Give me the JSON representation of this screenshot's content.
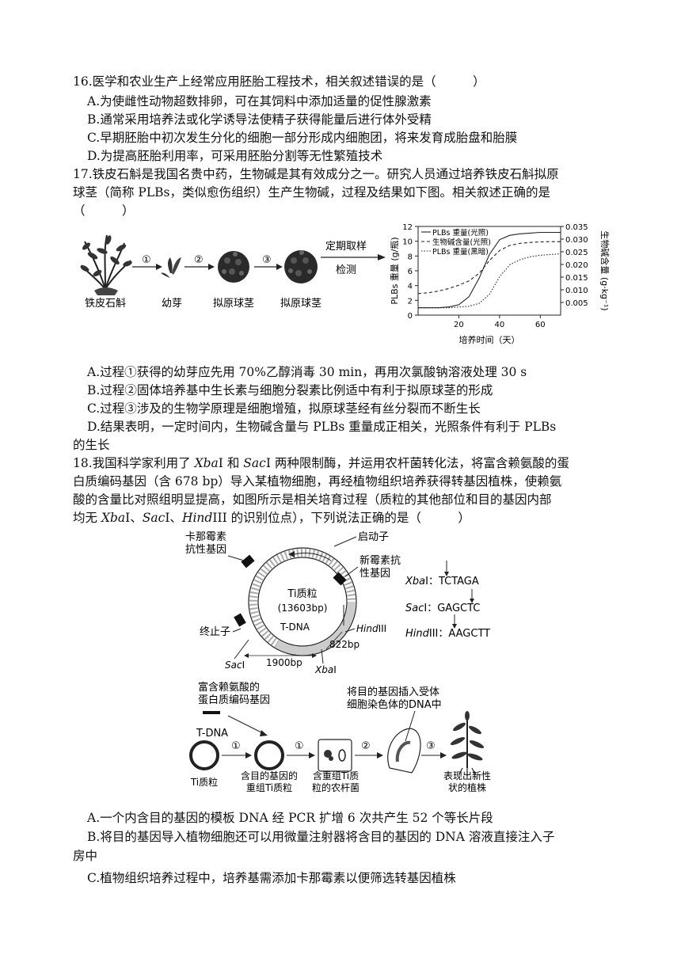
{
  "q16": {
    "stem": "16.医学和农业生产上经常应用胚胎工程技术，相关叙述错误的是（　　　）",
    "A": "A.为使雌性动物超数排卵，可在其饲料中添加适量的促性腺激素",
    "B": "B.通常采用培养法或化学诱导法使精子获得能量后进行体外受精",
    "C": "C.早期胚胎中初次发生分化的细胞一部分形成内细胞团，将来发育成胎盘和胎膜",
    "D": "D.为提高胚胎利用率，可采用胚胎分割等无性繁殖技术"
  },
  "q17": {
    "stem1": "17.铁皮石斛是我国名贵中药，生物碱是其有效成分之一。研究人员通过培养铁皮石斛拟原",
    "stem2": "球茎（简称 PLBs，类似愈伤组织）生产生物碱，过程及结果如下图。相关叙述正确的是",
    "stem3": "（　　　）",
    "flow": {
      "plant": "铁皮石斛",
      "bud": "幼芽",
      "plb1": "拟原球茎",
      "plb2": "拟原球茎",
      "s1": "①",
      "s2": "②",
      "s3": "③",
      "sample1": "定期取样",
      "sample2": "检测"
    },
    "A": "A.过程①获得的幼芽应先用 70%乙醇消毒 30 min，再用次氯酸钠溶液处理 30 s",
    "B": "B.过程②固体培养基中生长素与细胞分裂素比例适中有利于拟原球茎的形成",
    "C": "C.过程③涉及的生物学原理是细胞增殖，拟原球茎经有丝分裂而不断生长",
    "D1": "D.结果表明，一定时间内，生物碱含量与 PLBs 重量成正相关，光照条件有利于 PLBs",
    "D2": "的生长"
  },
  "chart_data": {
    "type": "line",
    "x": [
      0,
      5,
      10,
      15,
      20,
      25,
      30,
      35,
      40,
      45,
      50,
      55,
      60,
      65,
      70
    ],
    "xlim": [
      0,
      70
    ],
    "ylim": [
      0,
      12
    ],
    "y2lim": [
      0,
      0.035
    ],
    "xticks": [
      "20",
      "40",
      "60"
    ],
    "xtick_values": [
      20,
      40,
      60
    ],
    "yticks": [
      "0",
      "2",
      "4",
      "6",
      "8",
      "10",
      "12"
    ],
    "ytick_values": [
      0,
      2,
      4,
      6,
      8,
      10,
      12
    ],
    "y2ticks": [
      "0.005",
      "0.010",
      "0.015",
      "0.020",
      "0.025",
      "0.030",
      "0.035"
    ],
    "y2tick_values": [
      0.005,
      0.01,
      0.015,
      0.02,
      0.025,
      0.03,
      0.035
    ],
    "xlabel": "培养时间（天）",
    "ylabel": "PLBs 重量 (g/瓶)",
    "y2label": "生物碱含量 (g·kg⁻¹)",
    "legend_position": "top-left",
    "series": [
      {
        "name": "PLBs 重量(光照)",
        "style": "solid",
        "axis": "left",
        "values": [
          1.0,
          1.0,
          1.0,
          1.1,
          1.4,
          2.5,
          5.0,
          8.2,
          10.2,
          10.8,
          11.0,
          11.1,
          11.2,
          11.2,
          11.2
        ]
      },
      {
        "name": "生物碱含量(光照)",
        "style": "dashed",
        "axis": "right",
        "values": [
          0.0085,
          0.0088,
          0.0095,
          0.0105,
          0.0118,
          0.0135,
          0.0165,
          0.0215,
          0.0255,
          0.0275,
          0.0283,
          0.0287,
          0.0289,
          0.029,
          0.029
        ]
      },
      {
        "name": "PLBs 重量(黑暗)",
        "style": "dotted",
        "axis": "left",
        "values": [
          1.0,
          1.0,
          1.0,
          1.0,
          1.1,
          1.2,
          1.6,
          2.8,
          5.2,
          6.8,
          7.5,
          7.9,
          8.1,
          8.2,
          8.3
        ]
      }
    ]
  },
  "q18": {
    "stem1a": "18.我国科学家利用了 ",
    "XbaI": "Xba",
    "I1": "I 和 ",
    "SacI": "Sac",
    "I2": "I 两种限制酶，并运用农杆菌转化法，将富含赖氨酸的蛋",
    "stem2": "白质编码基因（含 678 bp）导入某植物细胞，再经植物组织培养获得转基因植株，使赖氨",
    "stem3": "酸的含量比对照组明显提高，如图所示是相关培育过程（质粒的其他部位和目的基因内部",
    "stem4a": "均无 ",
    "x4": "Xba",
    "s4a": "I、",
    "sac4": "Sac",
    "s4b": "I、",
    "hind4": "Hind",
    "s4c": "III 的识别位点），下列说法正确的是（　　　）",
    "plasmid": {
      "kan1": "卡那霉素",
      "kan2": "抗性基因",
      "promoter": "启动子",
      "neo1": "新霉素抗",
      "neo2": "性基因",
      "name": "Ti质粒",
      "size": "(13603bp)",
      "tdna": "T-DNA",
      "terminator": "终止子",
      "hind": "Hind",
      "hind_s": "III",
      "bp822": "822bp",
      "sac": "Sac",
      "sac_s": "I",
      "bp1900": "1900bp",
      "xba": "Xba",
      "xba_s": "I"
    },
    "sites": {
      "xba": "Xba",
      "xba_s": "I：TCTAGA",
      "sac": "Sac",
      "sac_s": "I：GAGCTC",
      "hind": "Hind",
      "hind_s": "III：AAGCTT"
    },
    "flow": {
      "gene1": "富含赖氨酸的",
      "gene2": "蛋白质编码基因",
      "tdna": "T-DNA",
      "ti": "Ti质粒",
      "rec1": "含目的基因的",
      "rec2": "重组Ti质粒",
      "agro1": "含重组Ti质",
      "agro2": "粒的农杆菌",
      "insert1": "将目的基因插入受体",
      "insert2": "细胞染色体的DNA中",
      "plant1": "表现出新性",
      "plant2": "状的植株",
      "s1": "①",
      "s1b": "①",
      "s2": "②",
      "s3": "③"
    },
    "A": "A.一个内含目的基因的模板 DNA 经 PCR 扩增 6 次共产生 52 个等长片段",
    "B1": "B.将目的基因导入植物细胞还可以用微量注射器将含目的基因的 DNA 溶液直接注入子",
    "B2": "房中",
    "C": "C.植物组织培养过程中，培养基需添加卡那霉素以便筛选转基因植株"
  }
}
